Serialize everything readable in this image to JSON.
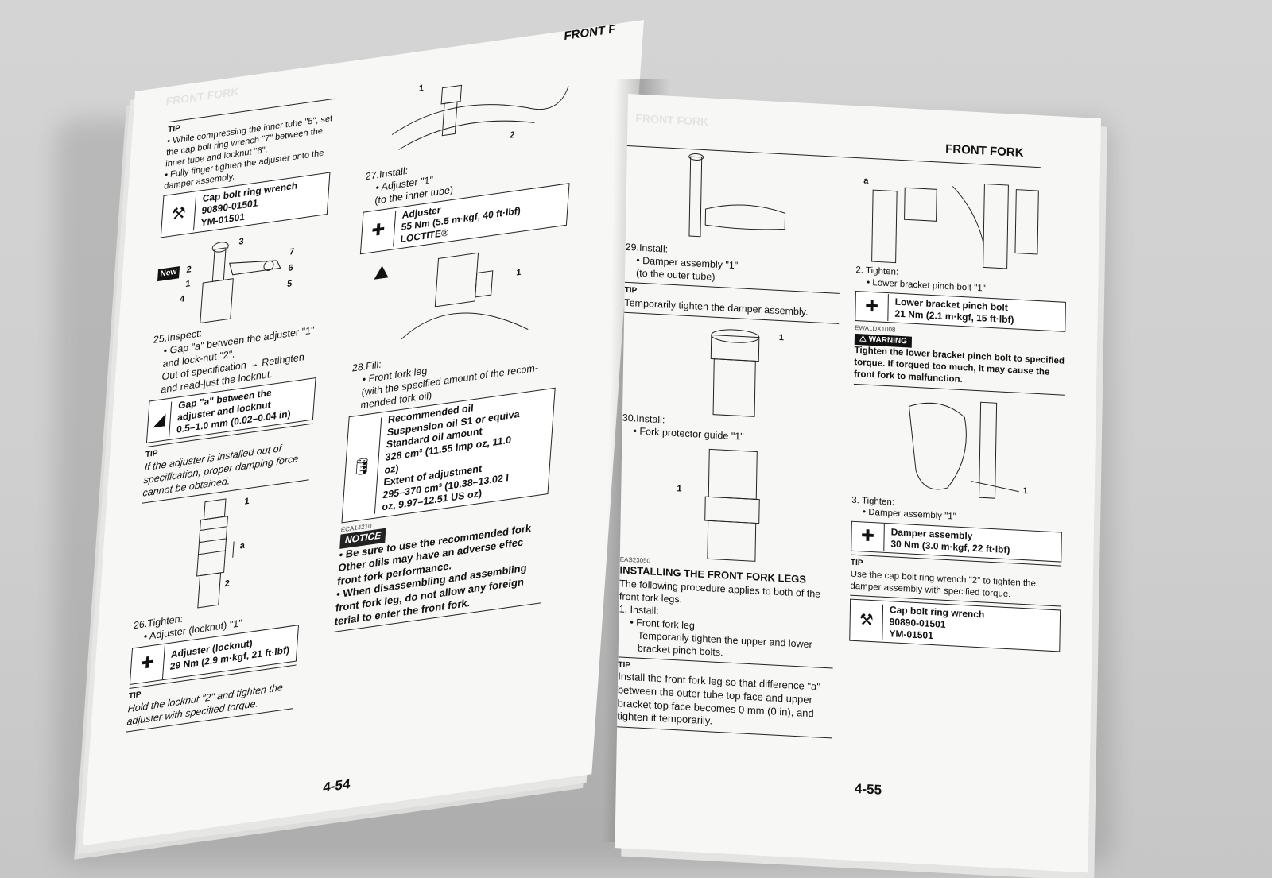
{
  "left": {
    "header": "FRONT F",
    "page_number": "4-54",
    "tip_1": {
      "label": "TIP",
      "b1": "• While compressing the inner tube \"5\", set the cap bolt ring wrench \"7\" between the inner tube and locknut \"6\".",
      "b2": "• Fully finger tighten the adjuster onto the damper assembly."
    },
    "box_1": {
      "l1": "Cap bolt ring wrench",
      "l2": "90890-01501",
      "l3": "YM-01501"
    },
    "new_tag": "New",
    "fig_1_labels": [
      "1",
      "2",
      "3",
      "4",
      "5",
      "6",
      "7"
    ],
    "step_25": {
      "title": "25.Inspect:",
      "b1": "• Gap \"a\" between the adjuster \"1\" and lock-nut \"2\".",
      "l2": "Out of specification → Retihgten and read-just the locknut."
    },
    "box_2": {
      "l1": "Gap \"a\" between the adjuster and locknut",
      "l2": "0.5–1.0 mm (0.02–0.04 in)"
    },
    "tip_2": {
      "label": "TIP",
      "text": "If the adjuster is installed out of specification, proper damping force cannot be obtained."
    },
    "fig_2_labels": [
      "1",
      "a",
      "2"
    ],
    "step_26": {
      "title": "26.Tighten:",
      "b1": "• Adjuster (locknut) \"1\""
    },
    "box_3": {
      "l1": "Adjuster (locknut)",
      "l2": "29 Nm (2.9 m·kgf, 21 ft·lbf)"
    },
    "tip_3": {
      "label": "TIP",
      "text": "Hold the locknut \"2\" and tighten the adjuster with specified torque."
    },
    "fig_3_labels": [
      "1",
      "2"
    ],
    "step_27": {
      "title": "27.Install:",
      "b1": "• Adjuster \"1\"",
      "b2": "(to the inner tube)"
    },
    "box_4": {
      "l1": "Adjuster",
      "l2": "55 Nm (5.5 m·kgf, 40 ft·lbf)",
      "l3": "LOCTITE®"
    },
    "fig_4_labels": [
      "1"
    ],
    "step_28": {
      "title": "28.Fill:",
      "b1": "• Front fork leg",
      "b2": "(with the specified amount of the recom-mended fork oil)"
    },
    "box_5": {
      "l1": "Recommended oil",
      "l2": "Suspension oil S1 or equiva",
      "l3": "Standard oil amount",
      "l4": "328 cm³ (11.55 Imp oz, 11.0",
      "l5": "oz)",
      "l6": "Extent of adjustment",
      "l7": "295–370 cm³ (10.38–13.02 I",
      "l8": "oz, 9.97–12.51 US oz)"
    },
    "notice_code": "ECA14210",
    "notice_label": "NOTICE",
    "notice_b1": "• Be sure to use the recommended fork Other olils may have an adverse effec front fork performance.",
    "notice_b2": "• When disassembling and assembling front fork leg, do not allow any foreign terial to enter the front fork."
  },
  "right": {
    "header": "FRONT FORK",
    "page_number": "4-55",
    "step_29": {
      "title": "29.Install:",
      "b1": "• Damper assembly \"1\"",
      "b2": "(to the outer tube)"
    },
    "tip_4": {
      "label": "TIP",
      "text": "Temporarily tighten the damper assembly."
    },
    "fig_5_labels": [
      "1"
    ],
    "step_30": {
      "title": "30.Install:",
      "b1": "• Fork protector guide \"1\""
    },
    "fig_6_labels": [
      "1"
    ],
    "section_code": "EAS23050",
    "section_title": "INSTALLING THE FRONT FORK LEGS",
    "section_intro": "The following procedure applies to both of the front fork legs.",
    "install_title": "1. Install:",
    "install_b1": "• Front fork leg",
    "install_b2": "Temporarily tighten the upper and lower bracket pinch bolts.",
    "tip_5": {
      "label": "TIP",
      "text": "Install the front fork leg so that difference \"a\" between the outer tube top face and upper bracket top face becomes 0 mm (0 in), and tighten it temporarily."
    },
    "fig_7_labels": [
      "a"
    ],
    "step_2": {
      "title": "2. Tighten:",
      "b1": "• Lower bracket pinch bolt \"1\""
    },
    "box_6": {
      "l1": "Lower bracket pinch bolt",
      "l2": "21 Nm (2.1 m·kgf, 15 ft·lbf)"
    },
    "warn_code": "EWA1DX1008",
    "warning_label": "WARNING",
    "warning_text": "Tighten the lower bracket pinch bolt to specified torque. If torqued too much, it may cause the front fork to malfunction.",
    "fig_8_labels": [
      "1"
    ],
    "step_3": {
      "title": "3. Tighten:",
      "b1": "• Damper assembly \"1\""
    },
    "box_7": {
      "l1": "Damper assembly",
      "l2": "30 Nm (3.0 m·kgf, 22 ft·lbf)"
    },
    "tip_6": {
      "label": "TIP",
      "text": "Use the cap bolt ring wrench \"2\" to tighten the damper assembly with specified torque."
    },
    "box_8": {
      "l1": "Cap bolt ring wrench",
      "l2": "90890-01501",
      "l3": "YM-01501"
    }
  }
}
